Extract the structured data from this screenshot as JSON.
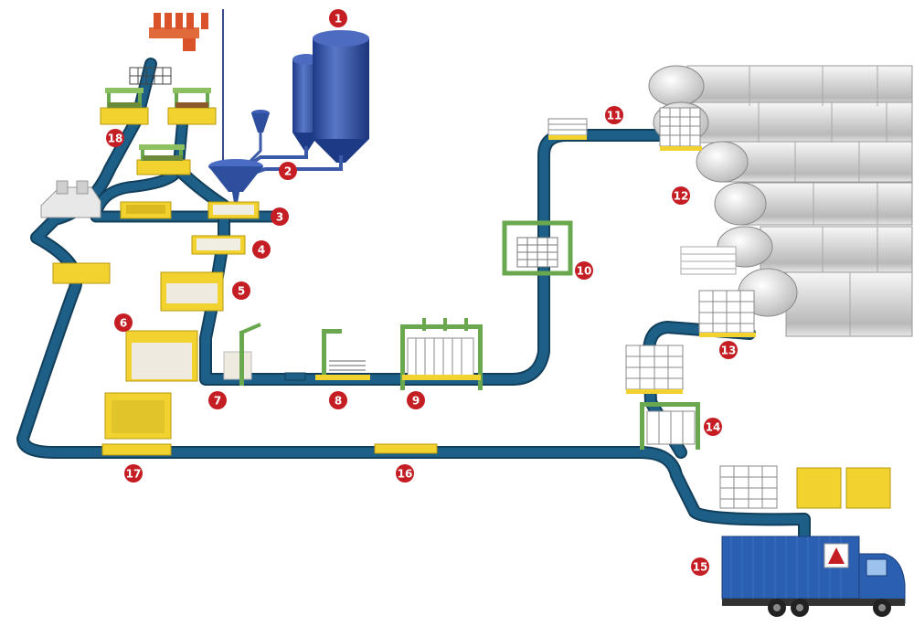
{
  "colors": {
    "track": "#1d5f86",
    "track_edge": "#123f5c",
    "marker": "#c41e24",
    "mold_yellow": "#f2d22e",
    "mold_edge": "#b89a10",
    "frame_green": "#6aa84f",
    "silo_blue": "#2f4ea0",
    "autoclave_gray": "#d9d9d9",
    "truck_blue": "#2b5fb0"
  },
  "markers": [
    "1",
    "2",
    "3",
    "4",
    "5",
    "6",
    "7",
    "8",
    "9",
    "10",
    "11",
    "12",
    "13",
    "14",
    "15",
    "16",
    "17",
    "18"
  ]
}
